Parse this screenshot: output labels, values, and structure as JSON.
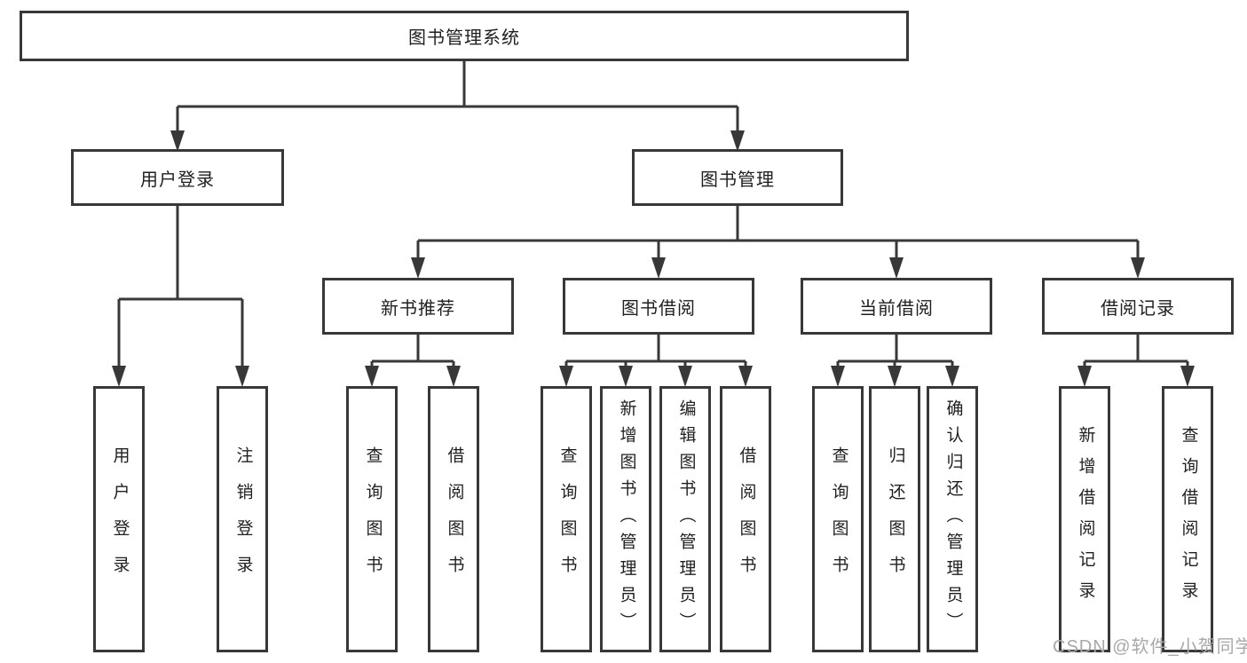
{
  "diagram": {
    "type": "hierarchy-tree",
    "root": {
      "label": "图书管理系统"
    },
    "branches": [
      {
        "label": "用户登录",
        "children": [
          "用户登录",
          "注销登录"
        ]
      },
      {
        "label": "图书管理",
        "children": [
          {
            "label": "新书推荐",
            "children": [
              "查询图书",
              "借阅图书"
            ]
          },
          {
            "label": "图书借阅",
            "children": [
              "查询图书",
              "新增图书（管理员）",
              "编辑图书（管理员）",
              "借阅图书"
            ]
          },
          {
            "label": "当前借阅",
            "children": [
              "查询图书",
              "归还图书",
              "确认归还（管理员）"
            ]
          },
          {
            "label": "借阅记录",
            "children": [
              "新增借阅记录",
              "查询借阅记录"
            ]
          }
        ]
      }
    ],
    "watermark": "CSDN @软件_小贺同学",
    "colors": {
      "line": "#383838",
      "box_border": "#383838",
      "box_fill": "#ffffff",
      "text": "#1f1f1f",
      "watermark": "#a8a8a8",
      "background": "#ffffff"
    }
  }
}
